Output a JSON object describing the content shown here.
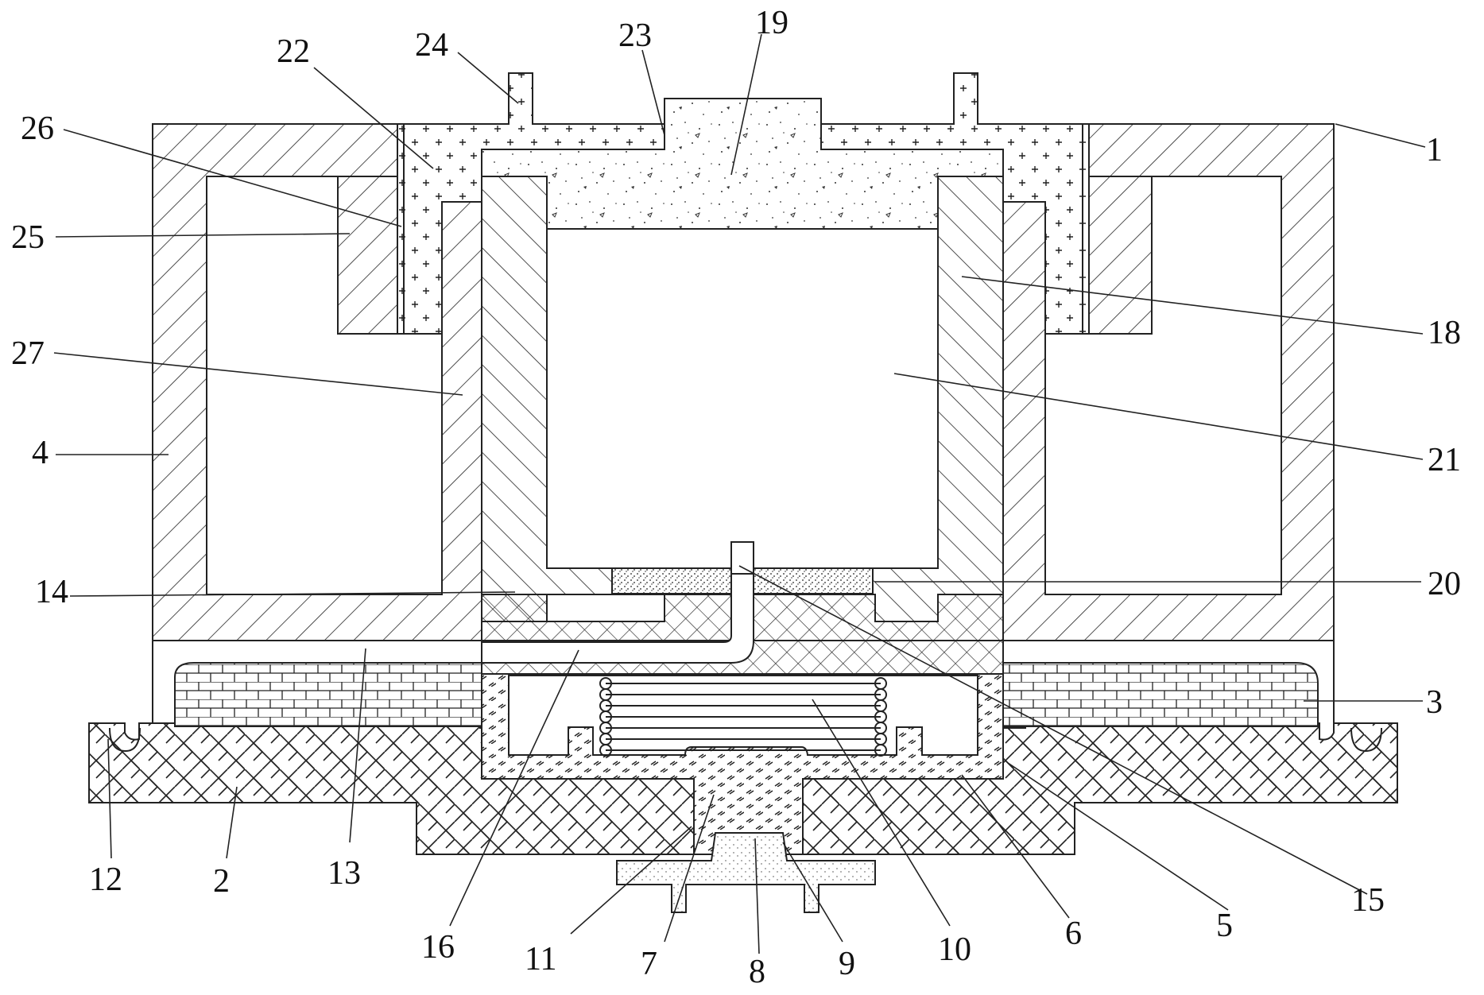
{
  "labels": {
    "l1": "1",
    "l2": "2",
    "l3": "3",
    "l4": "4",
    "l5": "5",
    "l6": "6",
    "l7": "7",
    "l8": "8",
    "l9": "9",
    "l10": "10",
    "l11": "11",
    "l12": "12",
    "l13": "13",
    "l14": "14",
    "l15": "15",
    "l16": "16",
    "l18": "18",
    "l19": "19",
    "l20": "20",
    "l21": "21",
    "l22": "22",
    "l23": "23",
    "l24": "24",
    "l25": "25",
    "l26": "26",
    "l27": "27"
  }
}
